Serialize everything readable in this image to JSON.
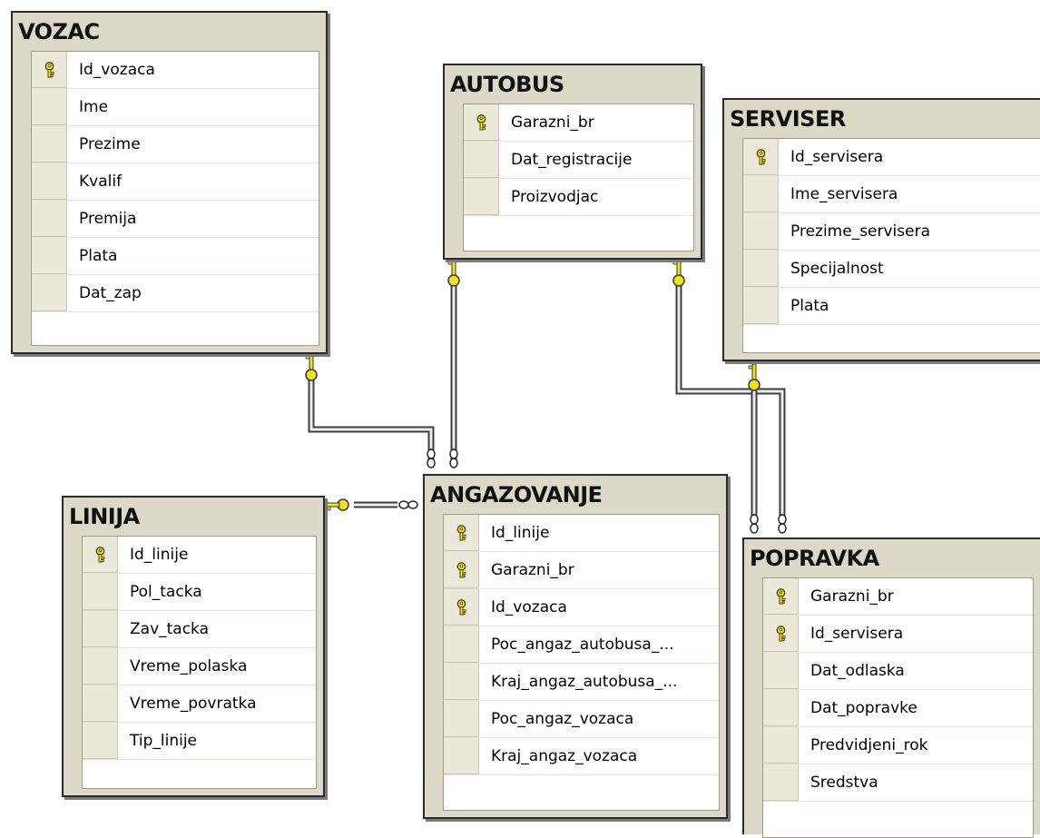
{
  "tables": {
    "vozac": {
      "title": "VOZAC",
      "columns": [
        "Id_vozaca",
        "Ime",
        "Prezime",
        "Kvalif",
        "Premija",
        "Plata",
        "Dat_zap"
      ],
      "key_columns": [
        "Id_vozaca"
      ]
    },
    "autobus": {
      "title": "AUTOBUS",
      "columns": [
        "Garazni_br",
        "Dat_registracije",
        "Proizvodjac"
      ],
      "key_columns": [
        "Garazni_br"
      ]
    },
    "serviser": {
      "title": "SERVISER",
      "columns": [
        "Id_servisera",
        "Ime_servisera",
        "Prezime_servisera",
        "Specijalnost",
        "Plata"
      ],
      "key_columns": [
        "Id_servisera"
      ]
    },
    "linija": {
      "title": "LINIJA",
      "columns": [
        "Id_linije",
        "Pol_tacka",
        "Zav_tacka",
        "Vreme_polaska",
        "Vreme_povratka",
        "Tip_linije"
      ],
      "key_columns": [
        "Id_linije"
      ]
    },
    "angazovanje": {
      "title": "ANGAZOVANJE",
      "columns": [
        "Id_linije",
        "Garazni_br",
        "Id_vozaca",
        "Poc_angaz_autobusa_...",
        "Kraj_angaz_autobusa_...",
        "Poc_angaz_vozaca",
        "Kraj_angaz_vozaca"
      ],
      "key_columns": [
        "Id_linije",
        "Garazni_br",
        "Id_vozaca"
      ]
    },
    "popravka": {
      "title": "POPRAVKA",
      "columns": [
        "Garazni_br",
        "Id_servisera",
        "Dat_odlaska",
        "Dat_popravke",
        "Predvidjeni_rok",
        "Sredstva"
      ],
      "key_columns": [
        "Garazni_br",
        "Id_servisera"
      ]
    }
  },
  "relationships": [
    {
      "from": "VOZAC",
      "to": "ANGAZOVANJE",
      "one_end": "key-icon",
      "many_end": "infinity-icon"
    },
    {
      "from": "AUTOBUS",
      "to": "ANGAZOVANJE",
      "one_end": "key-icon",
      "many_end": "infinity-icon"
    },
    {
      "from": "LINIJA",
      "to": "ANGAZOVANJE",
      "one_end": "key-icon",
      "many_end": "infinity-icon"
    },
    {
      "from": "AUTOBUS",
      "to": "POPRAVKA",
      "one_end": "key-icon",
      "many_end": "infinity-icon"
    },
    {
      "from": "SERVISER",
      "to": "POPRAVKA",
      "one_end": "key-icon",
      "many_end": "infinity-icon"
    }
  ],
  "colors": {
    "table_header": "#dcd9c9",
    "key_fill": "#f2e21a",
    "connector": "#4a4a4a"
  }
}
